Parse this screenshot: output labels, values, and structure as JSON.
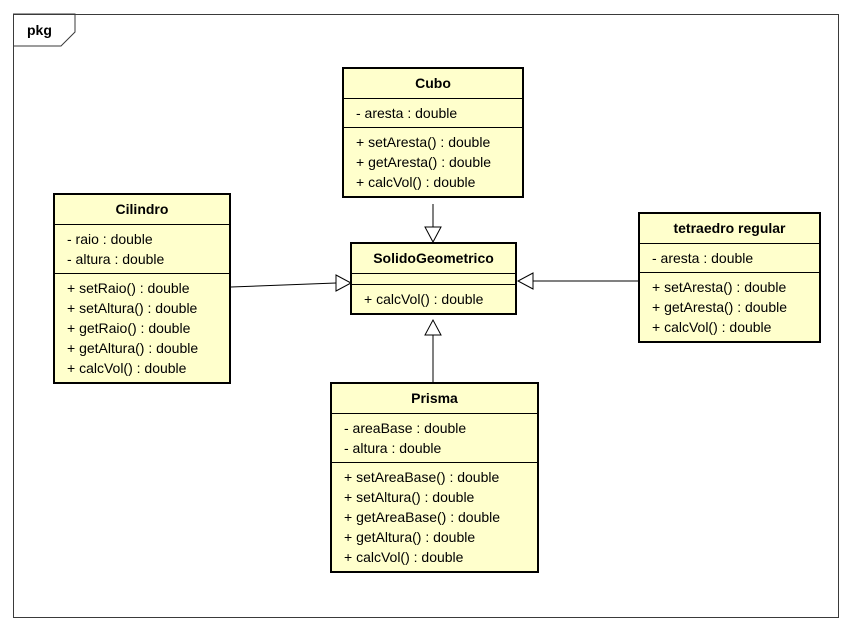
{
  "frame": {
    "label": "pkg"
  },
  "classes": {
    "cubo": {
      "name": "Cubo",
      "attributes": [
        "- aresta : double"
      ],
      "methods": [
        "+ setAresta() : double",
        "+ getAresta() : double",
        "+ calcVol() : double"
      ]
    },
    "solido": {
      "name": "SolidoGeometrico",
      "attributes": [],
      "methods": [
        "+ calcVol() : double"
      ]
    },
    "cilindro": {
      "name": "Cilindro",
      "attributes": [
        "- raio : double",
        "- altura : double"
      ],
      "methods": [
        "+ setRaio() : double",
        "+ setAltura() : double",
        "+ getRaio() : double",
        "+ getAltura() : double",
        "+ calcVol() : double"
      ]
    },
    "tetraedro": {
      "name": "tetraedro regular",
      "attributes": [
        "- aresta : double"
      ],
      "methods": [
        "+ setAresta() : double",
        "+ getAresta() : double",
        "+ calcVol() : double"
      ]
    },
    "prisma": {
      "name": "Prisma",
      "attributes": [
        "- areaBase : double",
        "- altura : double"
      ],
      "methods": [
        "+ setAreaBase() : double",
        "+ setAltura() : double",
        "+ getAreaBase() : double",
        "+ getAltura() : double",
        "+ calcVol() : double"
      ]
    }
  },
  "generalizations": [
    {
      "from": "Cubo",
      "to": "SolidoGeometrico"
    },
    {
      "from": "Cilindro",
      "to": "SolidoGeometrico"
    },
    {
      "from": "tetraedro regular",
      "to": "SolidoGeometrico"
    },
    {
      "from": "Prisma",
      "to": "SolidoGeometrico"
    }
  ]
}
